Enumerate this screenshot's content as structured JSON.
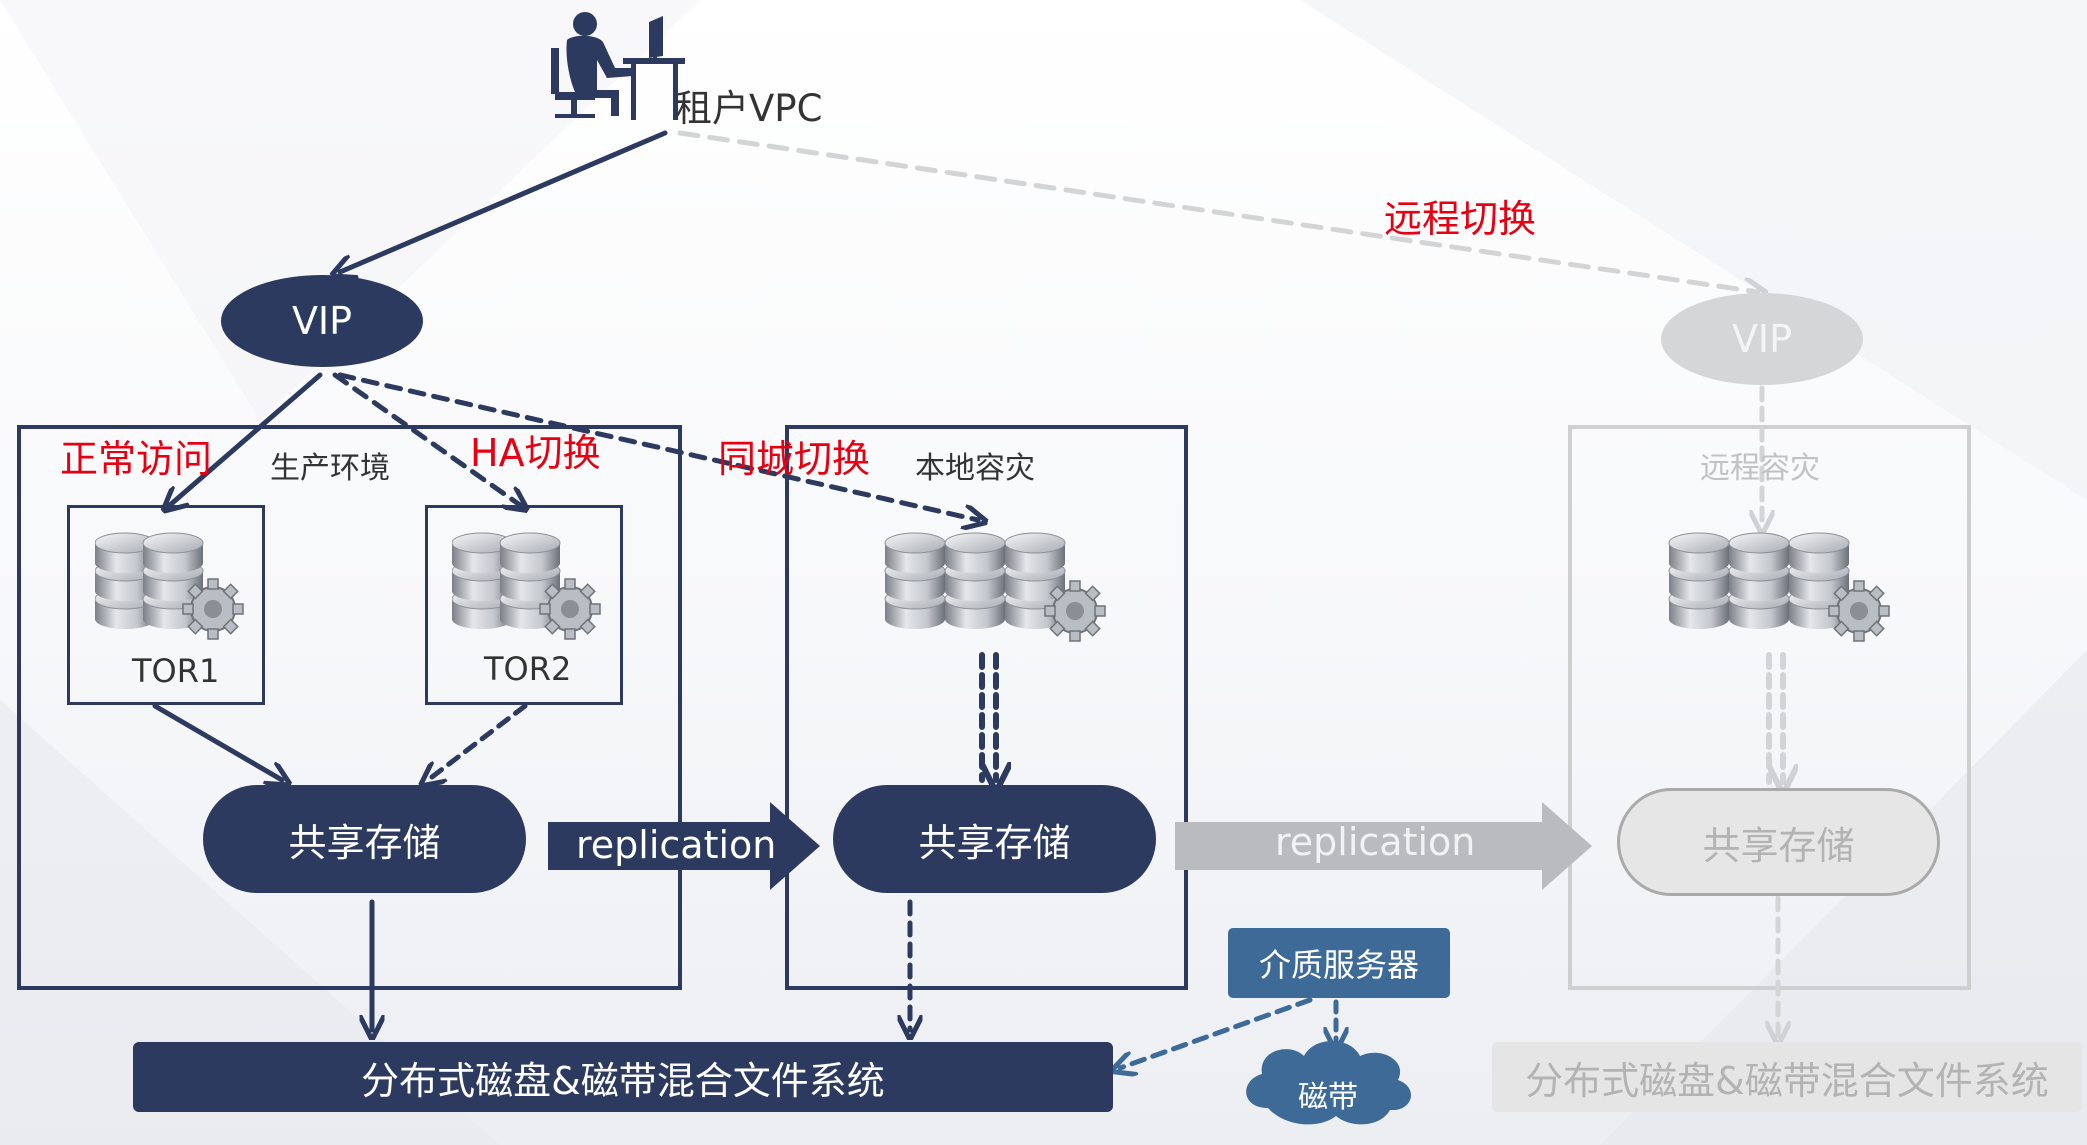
{
  "tenant": {
    "label": "租户VPC",
    "icon": "person-at-computer-icon"
  },
  "vip_primary": "VIP",
  "vip_remote": "VIP",
  "remote_switch": "远程切换",
  "normal_access": "正常访问",
  "ha_switch": "HA切换",
  "same_city_switch": "同城切换",
  "production": {
    "title": "生产环境",
    "tor1": "TOR1",
    "tor2": "TOR2",
    "storage": "共享存储"
  },
  "local_dr": {
    "title": "本地容灾",
    "storage": "共享存储"
  },
  "remote_dr": {
    "title": "远程容灾",
    "storage": "共享存储"
  },
  "replication_1": "replication",
  "replication_2": "replication",
  "filesystem": "分布式磁盘&磁带混合文件系统",
  "filesystem_remote": "分布式磁盘&磁带混合文件系统",
  "media_server": "介质服务器",
  "tape": "磁带",
  "colors": {
    "navy": "#2b3a5e",
    "red": "#e60012",
    "gray": "#c7c7c7",
    "steel_blue": "#3d6a96"
  }
}
